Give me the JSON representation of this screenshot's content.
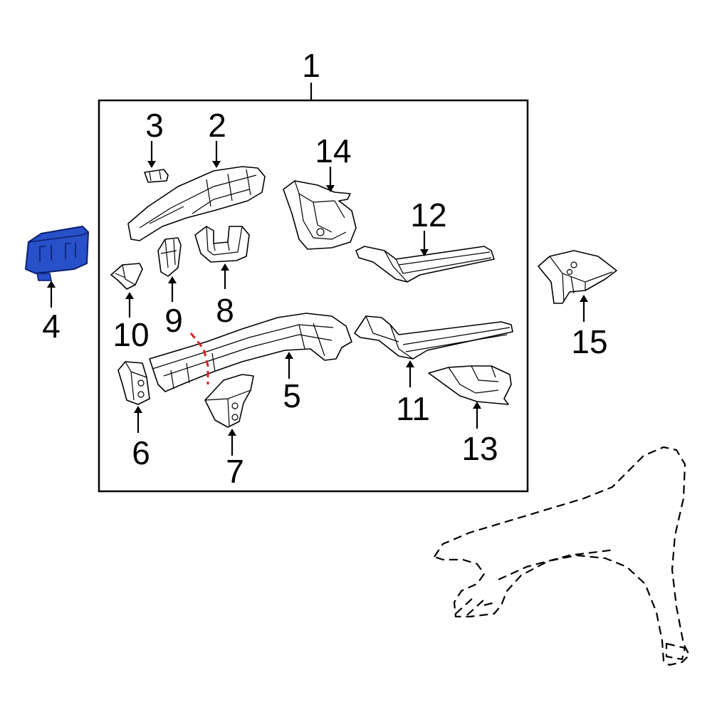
{
  "diagram": {
    "callouts": {
      "c1": "1",
      "c2": "2",
      "c3": "3",
      "c4": "4",
      "c5": "5",
      "c6": "6",
      "c7": "7",
      "c8": "8",
      "c9": "9",
      "c10": "10",
      "c11": "11",
      "c12": "12",
      "c13": "13",
      "c14": "14",
      "c15": "15"
    },
    "colors": {
      "highlight_fill": "#2850c8",
      "highlight_stroke": "#0c1f6e",
      "cut_line": "#e02020",
      "frame": "#000000"
    },
    "highlighted_part": "4"
  }
}
